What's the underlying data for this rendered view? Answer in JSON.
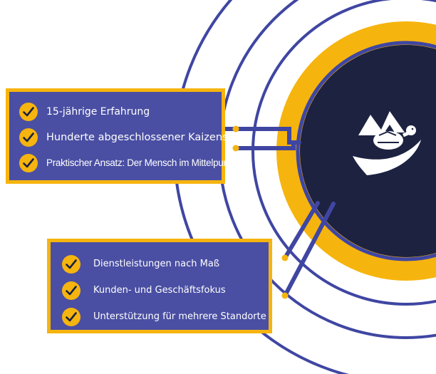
{
  "colors": {
    "accent": "#f6b40e",
    "panel": "#4a4fa3",
    "line": "#3f46a2",
    "core": "#1c2240",
    "text": "#ffffff"
  },
  "logo": {
    "icon": "mountain-tortoise-icon"
  },
  "panel_top": {
    "items": [
      {
        "icon": "check-icon",
        "label": "15-jährige Erfahrung"
      },
      {
        "icon": "check-icon",
        "label": "Hunderte abgeschlossener Kaizens"
      },
      {
        "icon": "check-icon",
        "label": "Praktischer Ansatz: Der Mensch im Mittelpunkt"
      }
    ]
  },
  "panel_bottom": {
    "items": [
      {
        "icon": "check-icon",
        "label": "Dienstleistungen nach Maß"
      },
      {
        "icon": "check-icon",
        "label": "Kunden- und Geschäftsfokus"
      },
      {
        "icon": "check-icon",
        "label": "Unterstützung für mehrere Standorte"
      }
    ]
  }
}
